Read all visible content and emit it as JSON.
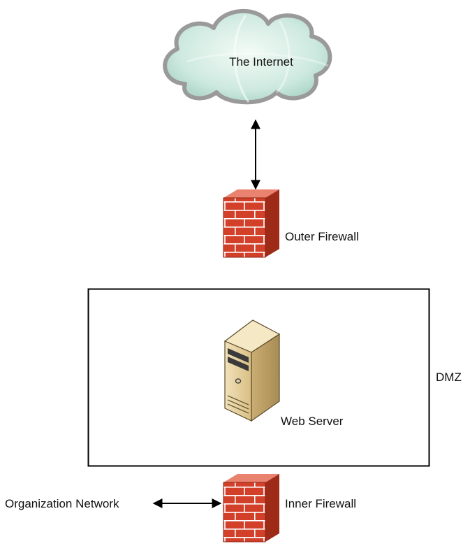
{
  "nodes": {
    "internet": {
      "label": "The Internet",
      "icon": "cloud-icon"
    },
    "outer_firewall": {
      "label": "Outer Firewall",
      "icon": "brick-firewall-icon"
    },
    "dmz": {
      "label": "DMZ"
    },
    "web_server": {
      "label": "Web Server",
      "icon": "tower-server-icon"
    },
    "inner_firewall": {
      "label": "Inner Firewall",
      "icon": "brick-firewall-icon"
    },
    "org_network": {
      "label": "Organization Network"
    }
  },
  "edges": [
    {
      "from": "internet",
      "to": "outer_firewall",
      "style": "bidirectional-arrow"
    },
    {
      "from": "org_network",
      "to": "inner_firewall",
      "style": "bidirectional-arrow"
    }
  ],
  "colors": {
    "brick": "#d2402a",
    "mortar": "#ffffff",
    "cloud_fill": "#cde9df",
    "cloud_edge": "#9a9a9a",
    "server_body": "#e3cc97",
    "line": "#000000"
  }
}
